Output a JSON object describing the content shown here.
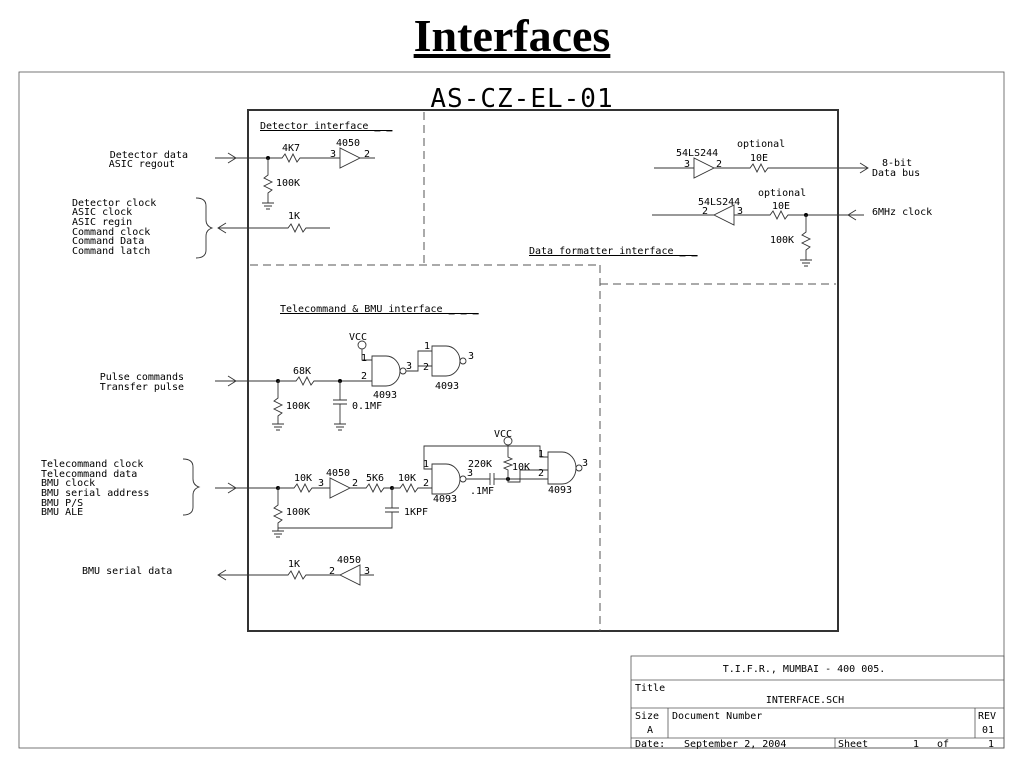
{
  "page_title": "Interfaces",
  "schematic": {
    "drawing_title": "AS-CZ-EL-01",
    "sections": {
      "detector": "Detector interface _ _",
      "formatter": "Data formatter interface _ _",
      "telecommand": "Telecommand & BMU interface _ _ _"
    },
    "signals": {
      "detector_data": [
        "Detector data",
        "ASIC regout"
      ],
      "detector_clock": [
        "Detector clock",
        "ASIC clock",
        "ASIC regin",
        "Command clock",
        "Command Data",
        "Command latch"
      ],
      "pulse": [
        "Pulse commands",
        "Transfer pulse"
      ],
      "telecommand": [
        "Telecommand clock",
        "Telecommand data",
        "BMU clock",
        "BMU serial address",
        "BMU P/S",
        "BMU ALE"
      ],
      "bmu_serial": "BMU serial data",
      "data_bus": [
        "8-bit",
        "Data bus"
      ],
      "clock_6mhz": "6MHz clock"
    },
    "components": {
      "r_4k7": "4K7",
      "r_100k": "100K",
      "r_1k": "1K",
      "buf_4050": "4050",
      "pin2": "2",
      "pin3": "3",
      "pin1": "1",
      "ls244": "54LS244",
      "optional": "optional",
      "r_10e": "10E",
      "vcc": "VCC",
      "r_68k": "68K",
      "cap_01mf": "0.1MF",
      "cap_dot1mf": ".1MF",
      "nand_4093": "4093",
      "r_10k": "10K",
      "r_5k6": "5K6",
      "cap_1kpf": "1KPF",
      "r_220k": "220K"
    },
    "title_block": {
      "org": "T.I.F.R., MUMBAI - 400 005.",
      "title_label": "Title",
      "title_value": "INTERFACE.SCH",
      "size_label": "Size",
      "size_value": "A",
      "docnum_label": "Document Number",
      "rev_label": "REV",
      "rev_value": "01",
      "date_label": "Date:",
      "date_value": "September  2, 2004",
      "sheet_label": "Sheet",
      "sheet_num": "1",
      "of_label": "of",
      "sheet_total": "1"
    }
  }
}
